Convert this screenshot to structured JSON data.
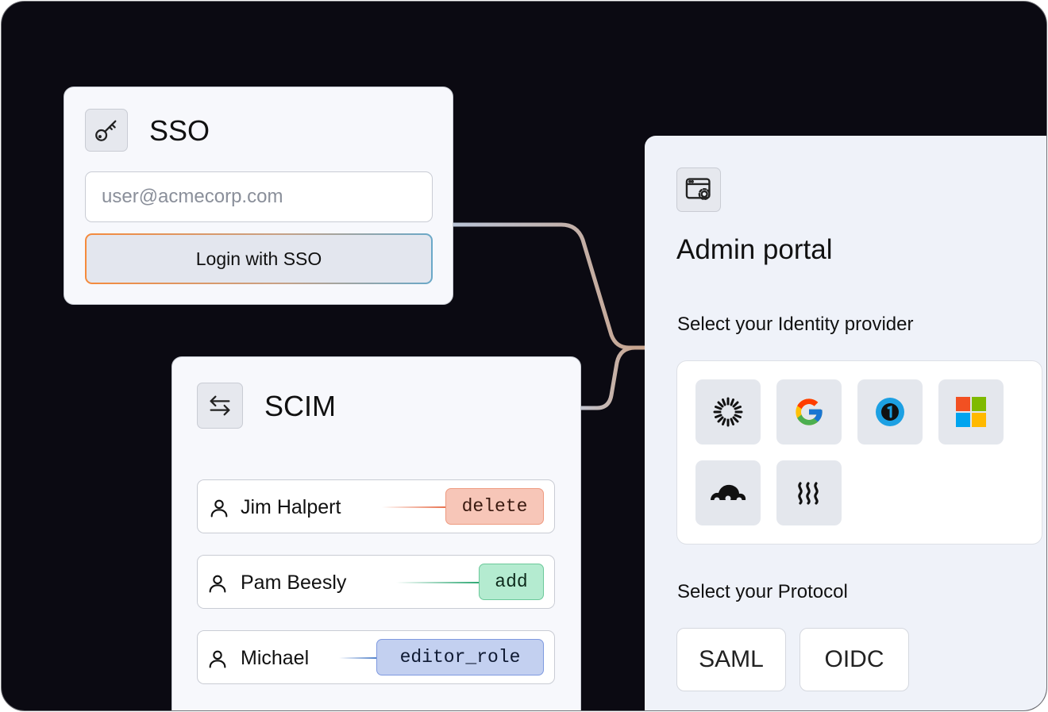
{
  "sso": {
    "title": "SSO",
    "icon": "key-icon",
    "email_placeholder": "user@acmecorp.com",
    "login_button": "Login with SSO"
  },
  "scim": {
    "title": "SCIM",
    "icon": "arrows-exchange-icon",
    "users": [
      {
        "name": "Jim Halpert",
        "action": "delete",
        "action_bg": "#f7c6b8",
        "action_border": "#ee9a80",
        "line_color": "#e8724f"
      },
      {
        "name": "Pam Beesly",
        "action": "add",
        "action_bg": "#b4ebd0",
        "action_border": "#6cc99a",
        "line_color": "#2fa874"
      },
      {
        "name": "Michael",
        "action": "editor_role",
        "action_bg": "#c3d0f0",
        "action_border": "#7f9ae0",
        "line_color": "#4f7fc8"
      }
    ]
  },
  "admin": {
    "title": "Admin portal",
    "icon": "browser-settings-icon",
    "idp_label": "Select your Identity provider",
    "idps": [
      "okta-icon",
      "google-icon",
      "onelogin-icon",
      "microsoft-icon",
      "cloud-provider-icon",
      "jumpcloud-icon"
    ],
    "protocol_label": "Select your Protocol",
    "protocols": [
      "SAML",
      "OIDC"
    ]
  }
}
